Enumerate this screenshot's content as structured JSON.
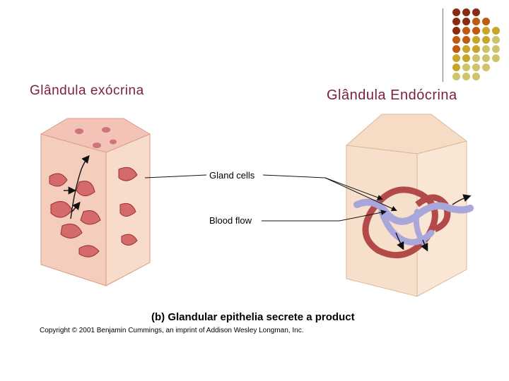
{
  "slide": {
    "title_left": "Glândula exócrina",
    "title_right": "Glândula Endócrina"
  },
  "figure": {
    "label_gland_cells": "Gland cells",
    "label_blood_flow": "Blood flow",
    "caption": "(b) Glandular epithelia secrete a product",
    "copyright": "Copyright © 2001 Benjamin Cummings, an imprint of Addison Wesley Longman, Inc."
  },
  "colors": {
    "title": "#7a1f3d",
    "tissue_top": "#f3c3b8",
    "tissue_side": "#f6d8c6",
    "tissue_dark": "#e8a897",
    "gland_red": "#b34a4a",
    "blood_vessel": "#a9a6dc",
    "dots": [
      "#8b2a12",
      "#c05a10",
      "#c9a62a",
      "#cfc46a"
    ]
  }
}
